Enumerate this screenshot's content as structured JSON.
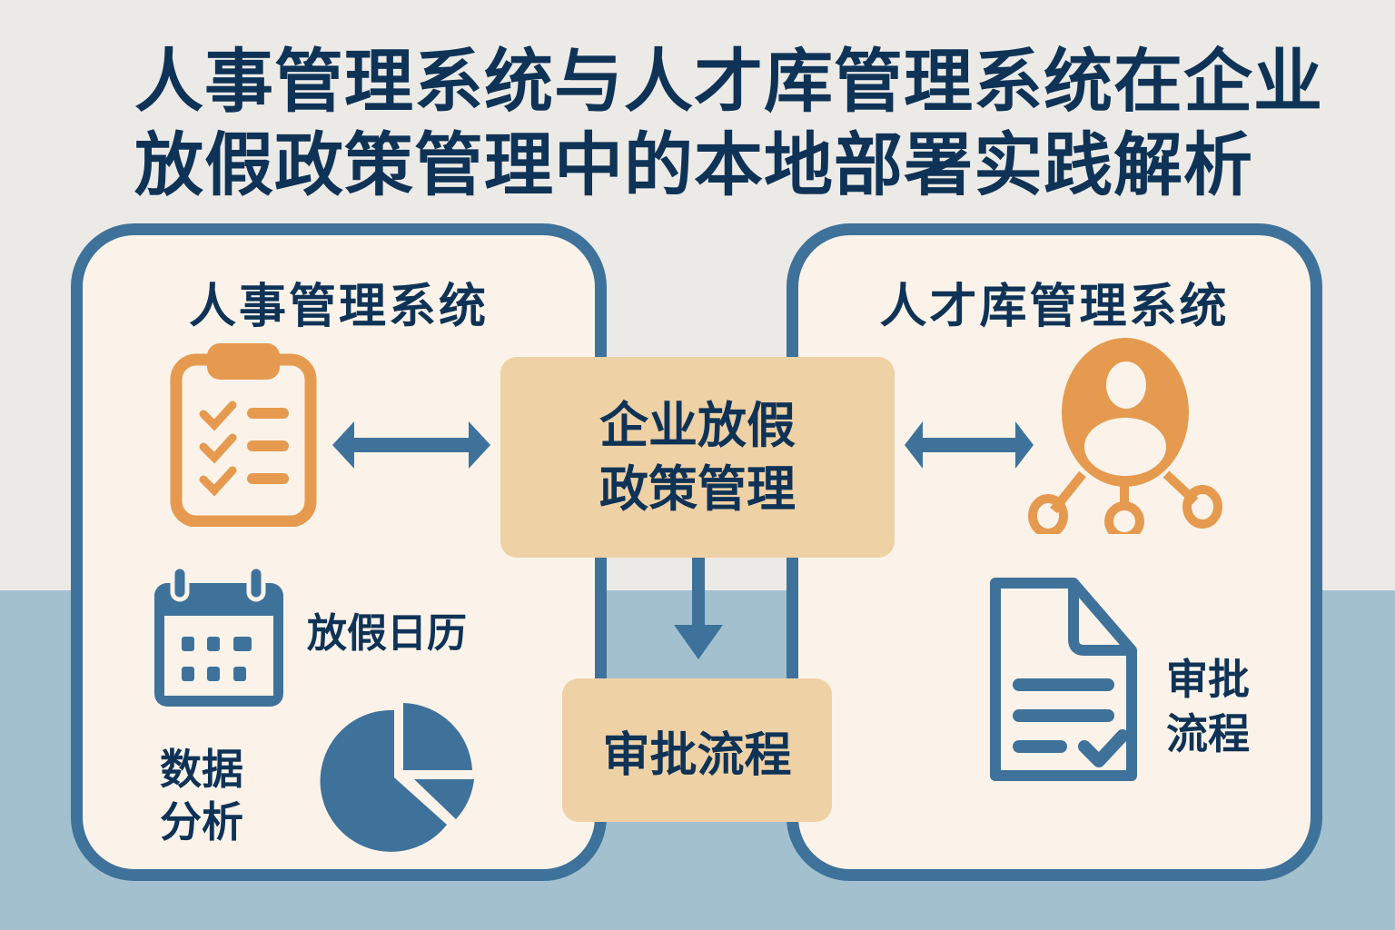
{
  "title": {
    "line1": "人事管理系统与人才库管理系统在企业",
    "line2": "放假政策管理中的本地部署实践解析"
  },
  "left_panel": {
    "title": "人事管理系统",
    "icons": [
      "clipboard-checklist-icon",
      "calendar-icon",
      "pie-chart-icon"
    ],
    "calendar_label": "放假日历",
    "analytics_label_line1": "数据",
    "analytics_label_line2": "分析"
  },
  "right_panel": {
    "title": "人才库管理系统",
    "icons": [
      "user-network-icon",
      "document-check-icon"
    ],
    "approval_label_line1": "审批",
    "approval_label_line2": "流程"
  },
  "center": {
    "main_line1": "企业放假",
    "main_line2": "政策管理",
    "sub_label": "审批流程"
  },
  "colors": {
    "navy_text": "#0F3356",
    "panel_border": "#3F729A",
    "panel_fill": "#FBF3E9",
    "center_fill": "#EFD1A6",
    "orange_icon": "#E59A4F",
    "bg_top": "#ECEAE6",
    "bg_bottom": "#A3C0CF"
  }
}
